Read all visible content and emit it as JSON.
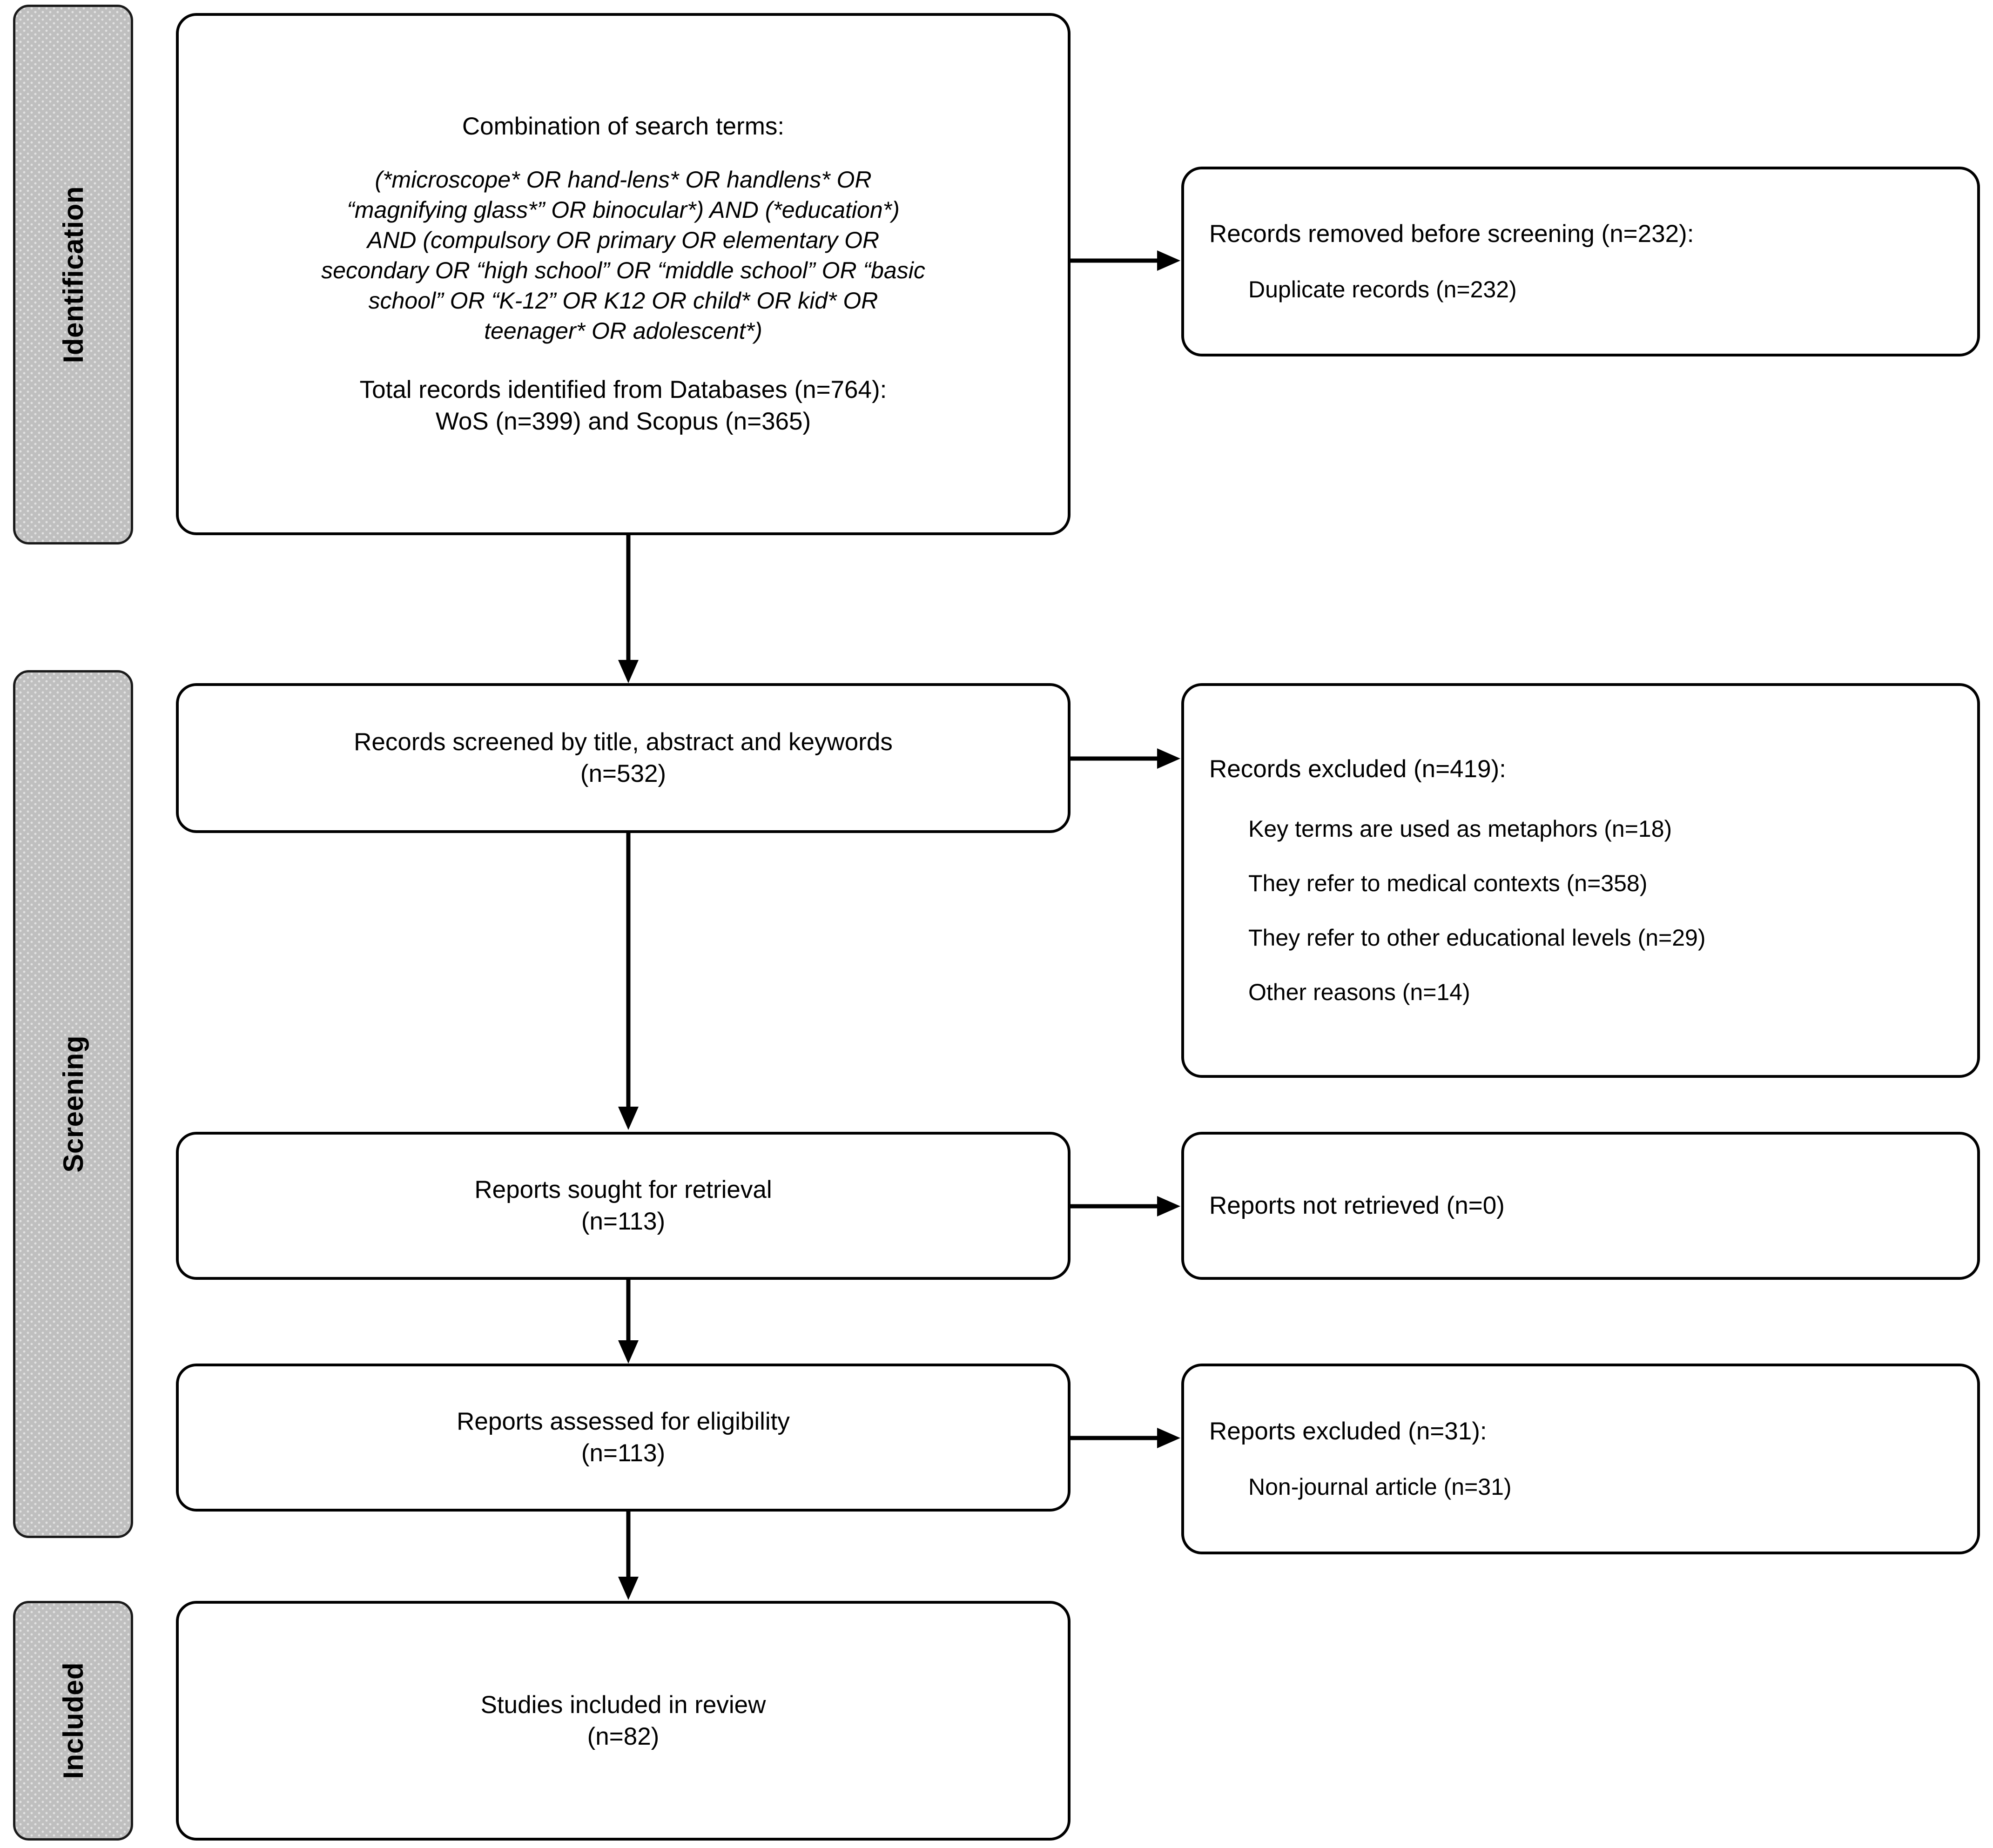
{
  "diagram": {
    "type": "prisma-flow-diagram",
    "stages": [
      {
        "id": "identification",
        "label": "Identification"
      },
      {
        "id": "screening",
        "label": "Screening"
      },
      {
        "id": "included",
        "label": "Included"
      }
    ],
    "boxes": {
      "search_terms": {
        "title": "Combination of search terms:",
        "query": "(*microscope* OR hand-lens* OR handlens* OR\n“magnifying glass*” OR binocular*) AND (*education*)\nAND (compulsory OR primary OR elementary OR\nsecondary OR “high school” OR “middle school” OR “basic\nschool” OR “K-12” OR K12 OR child* OR kid* OR\nteenager* OR adolescent*)",
        "total_line1": "Total records identified from Databases (n=764):",
        "total_line2": "WoS (n=399) and Scopus (n=365)"
      },
      "records_removed": {
        "heading": "Records removed before screening (n=232):",
        "items": [
          "Duplicate records (n=232)"
        ]
      },
      "records_screened": {
        "line1": "Records screened by title, abstract and keywords",
        "line2": "(n=532)"
      },
      "records_excluded": {
        "heading": "Records excluded (n=419):",
        "items": [
          "Key terms are used as metaphors (n=18)",
          "They refer to medical contexts (n=358)",
          "They refer to other educational levels (n=29)",
          "Other reasons (n=14)"
        ]
      },
      "reports_sought": {
        "line1": "Reports sought for retrieval",
        "line2": "(n=113)"
      },
      "reports_not_retrieved": {
        "heading": "Reports not retrieved (n=0)"
      },
      "reports_assessed": {
        "line1": "Reports assessed for eligibility",
        "line2": "(n=113)"
      },
      "reports_excluded": {
        "heading": "Reports excluded (n=31):",
        "items": [
          "Non-journal article (n=31)"
        ]
      },
      "studies_included": {
        "line1": "Studies included in review",
        "line2": "(n=82)"
      }
    },
    "counts": {
      "databases_total": 764,
      "wos": 399,
      "scopus": 365,
      "duplicates_removed": 232,
      "screened": 532,
      "excluded_screening": 419,
      "excluded_metaphors": 18,
      "excluded_medical": 358,
      "excluded_other_levels": 29,
      "excluded_other_reasons": 14,
      "sought_retrieval": 113,
      "not_retrieved": 0,
      "assessed_eligibility": 113,
      "reports_excluded": 31,
      "non_journal_article": 31,
      "included": 82
    },
    "colors": {
      "stage_bar_fill": "#bfbfbf",
      "stroke": "#000000",
      "box_fill": "#ffffff",
      "text": "#000000"
    }
  }
}
